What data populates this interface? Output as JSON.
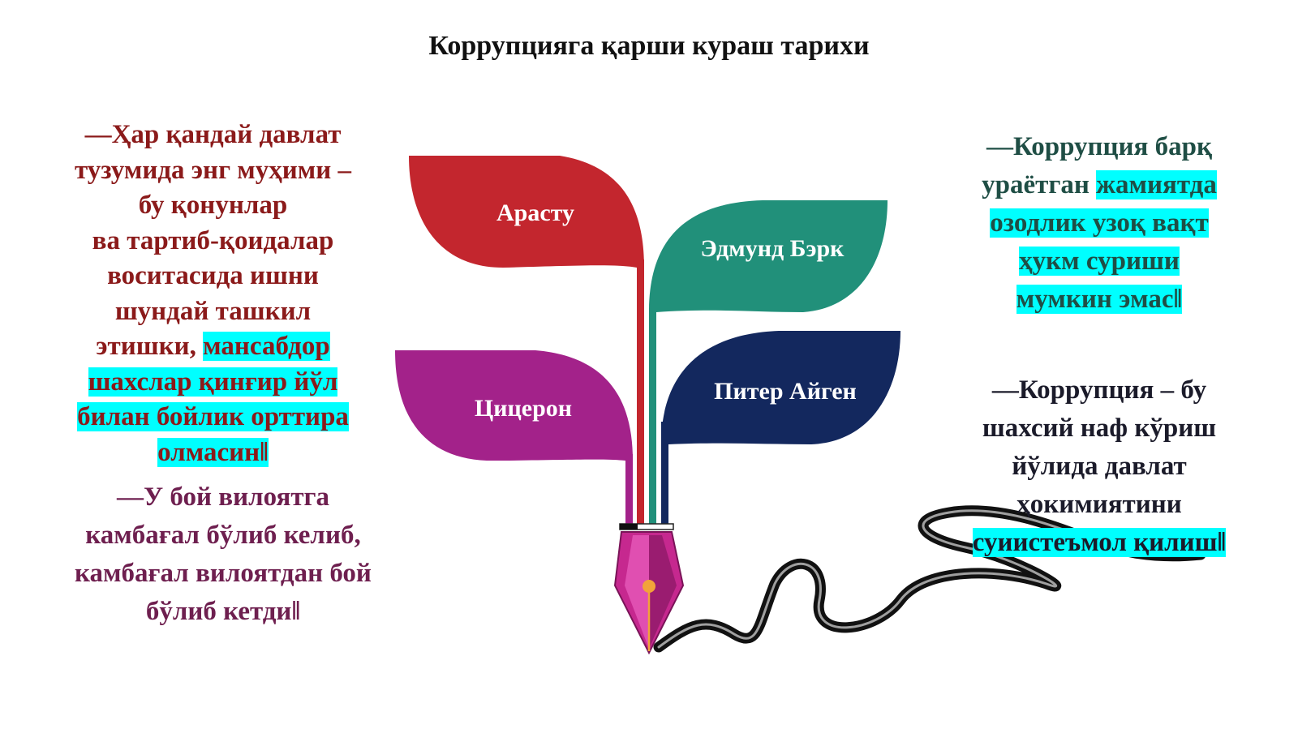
{
  "title": "Коррупцияга қарши кураш тарихи",
  "colors": {
    "aristotle_leaf": "#c3262e",
    "burke_leaf": "#21907a",
    "cicero_leaf": "#a3228a",
    "aigen_leaf": "#13285e",
    "highlight": "#00ffff",
    "pen_nib": "#c6288f"
  },
  "leaves": {
    "aristotle": "Арасту",
    "burke": "Эдмунд Бэрк",
    "cicero": "Цицерон",
    "aigen": "Питер Айген"
  },
  "quotes": {
    "aristotle": {
      "l1": "―Ҳар қандай давлат",
      "l2": "тузумида энг муҳими –",
      "l3": "бу қонунлар",
      "l4": "ва тартиб-қоидалар",
      "l5": "воситасида ишни",
      "l6": "шундай ташкил",
      "l7": "этишки, ",
      "l7_hl": "мансабдор ",
      "l8": "шахслар қинғир йўл",
      "l9": "билан бойлик орттира",
      "l10": "олмасин‖"
    },
    "cicero": {
      "l1": "―У бой вилоятга",
      "l2": "камбағал бўлиб келиб,",
      "l3": "камбағал вилоятдан бой",
      "l4": "бўлиб кетди‖"
    },
    "burke": {
      "l1": "―Коррупция барқ",
      "l2a": "ураётган ",
      "l2b": "жамиятда ",
      "l3": "озодлик узоқ вақт",
      "l4": "ҳукм суриши",
      "l5": "мумкин эмас‖"
    },
    "aigen": {
      "l1": "―Коррупция – бу",
      "l2": "шахсий наф кўриш",
      "l3": "йўлида давлат",
      "l4": "ҳокимиятини",
      "l5": "суиистеъмол қилиш‖"
    }
  }
}
